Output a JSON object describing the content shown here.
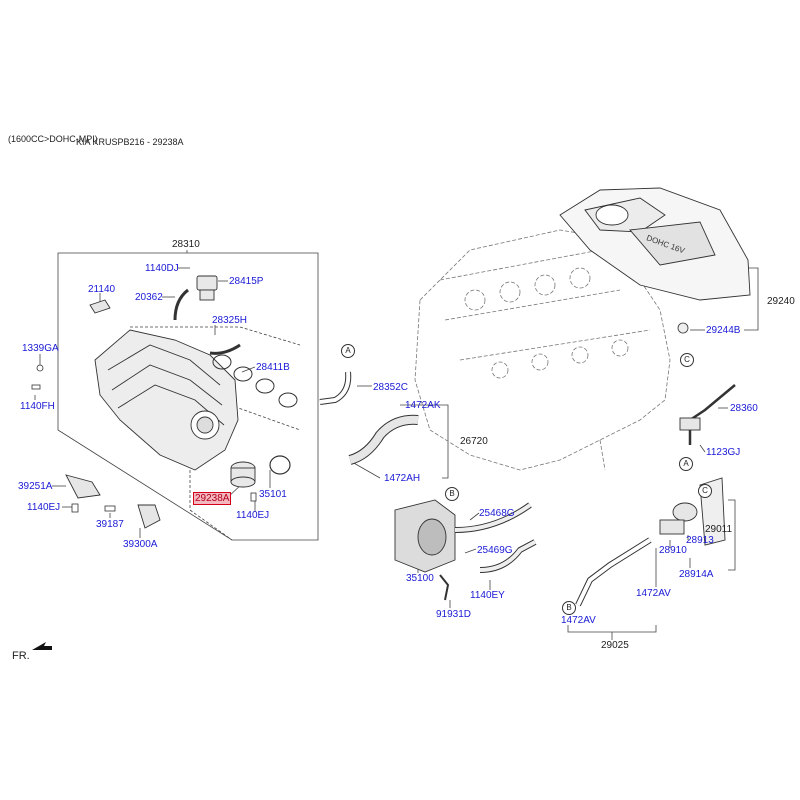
{
  "header": {
    "line1": "(1600CC>DOHC-MPI)",
    "line2": "KIA KRUSPB216 - 29238A"
  },
  "labels": {
    "p28310": "28310",
    "p1140DJ": "1140DJ",
    "p28415P": "28415P",
    "p21140": "21140",
    "p20362": "20362",
    "p28325H": "28325H",
    "p1339GA": "1339GA",
    "p28411B": "28411B",
    "p1140FH": "1140FH",
    "p39251A": "39251A",
    "p29238A": "29238A",
    "p35101": "35101",
    "p1140EJ_a": "1140EJ",
    "p1140EJ_b": "1140EJ",
    "p39187": "39187",
    "p39300A": "39300A",
    "p28352C": "28352C",
    "p1472AK": "1472AK",
    "p26720": "26720",
    "p1472AH": "1472AH",
    "p25468G": "25468G",
    "p25469G": "25469G",
    "p35100": "35100",
    "p1140EY": "1140EY",
    "p91931D": "91931D",
    "p29240": "29240",
    "p29244B": "29244B",
    "p28360": "28360",
    "p1123GJ": "1123GJ",
    "p29011": "29011",
    "p28910": "28910",
    "p28913": "28913",
    "p28914A": "28914A",
    "p1472AV_a": "1472AV",
    "p1472AV_b": "1472AV",
    "p29025": "29025",
    "fr": "FR."
  },
  "refs": {
    "a": "A",
    "b": "B",
    "c": "C"
  },
  "cover_text": "DOHC 16V",
  "highlight_part": "29238A",
  "colors": {
    "label": "#1a1ad6",
    "highlight_fill": "#f4b6bf",
    "highlight_border": "#d4001a",
    "line": "#333333"
  }
}
